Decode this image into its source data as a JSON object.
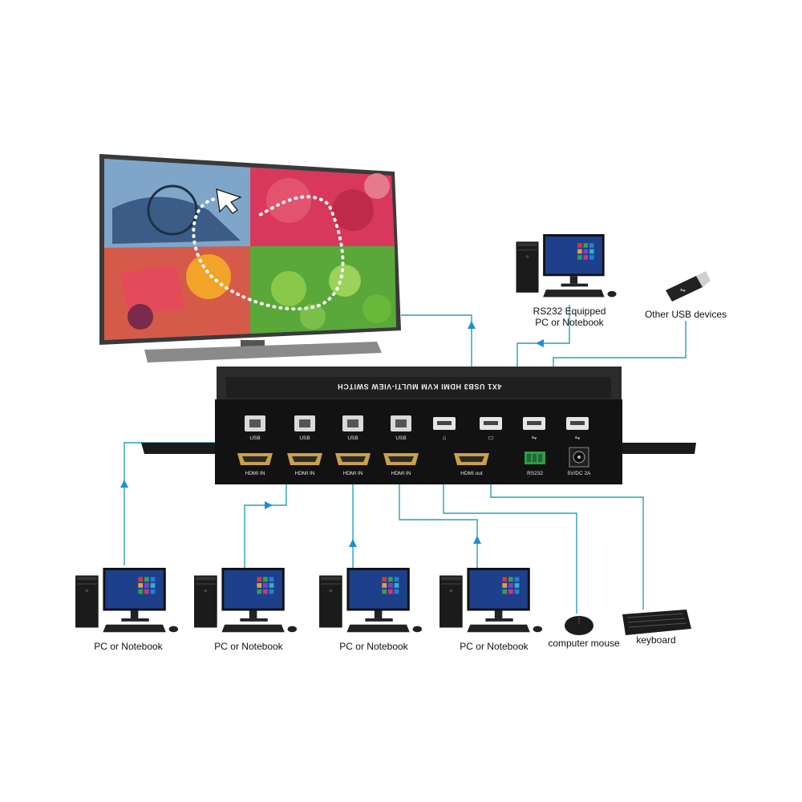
{
  "switch": {
    "title": "4X1 USB3 HDMI KVM MULTI-VIEW SWITCH",
    "usb_label": "USB",
    "hdmi_in_label": "HDMI IN",
    "hdmi_out_label": "HDMI out",
    "rs232_label": "RS232",
    "power_label": "5V/DC 2A"
  },
  "devices": {
    "pc_label": "PC or Notebook",
    "rs232_pc_line1": "RS232 Equipped",
    "rs232_pc_line2": "PC or Notebook",
    "usb_devices": "Other USB devices",
    "mouse": "computer mouse",
    "keyboard": "keyboard"
  },
  "colors": {
    "cable": "#2a9fb0",
    "arrow": "#1d8fd8",
    "device_body": "#1a1a1a",
    "screen": "#1e3f8a"
  }
}
